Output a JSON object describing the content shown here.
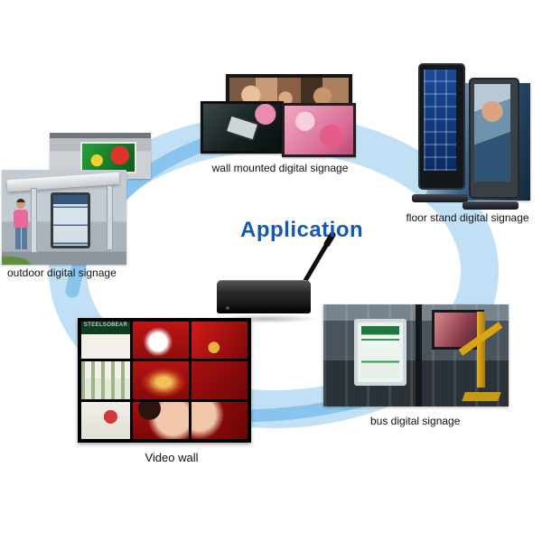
{
  "title": "Application",
  "labels": {
    "wall_mounted": "wall mounted digital signage",
    "floor_stand": "floor stand digital signage",
    "outdoor": "outdoor digital signage",
    "video_wall": "Video wall",
    "bus": "bus digital signage"
  },
  "video_wall_brand": "STEELSOBEAR",
  "colors": {
    "title_blue": "#1458b6",
    "ring_light_blue": "#c2e0f5",
    "swoosh_blue": "#85c2ec",
    "label_text": "#111111",
    "device_black": "#0b0b0b",
    "video_wall_red": "#b31212",
    "signage_green": "#1d7a3c",
    "crane_yellow": "#d9a514"
  }
}
